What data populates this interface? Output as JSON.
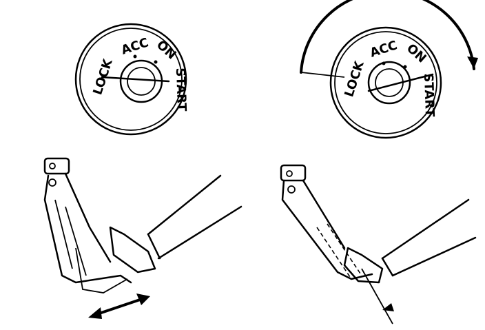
{
  "left_switch": {
    "lock": "LOCK",
    "acc": "ACC",
    "on": "ON",
    "start": "START"
  },
  "right_switch": {
    "lock": "LOCK",
    "acc": "ACC",
    "on": "ON",
    "start": "START"
  },
  "colors": {
    "ink": "#000000",
    "paper": "#ffffff"
  }
}
